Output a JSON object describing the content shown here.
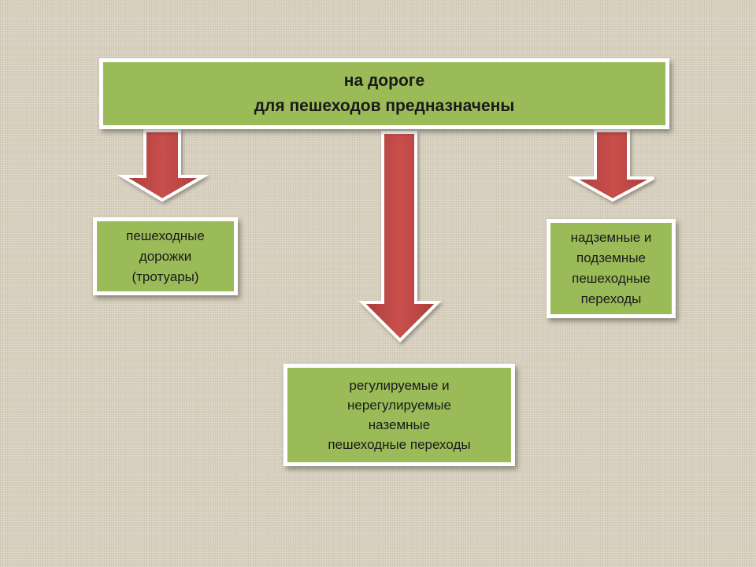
{
  "diagram": {
    "title": {
      "line1": "на  дороге",
      "line2": "для пешеходов предназначены"
    },
    "left": {
      "line1": "пешеходные",
      "line2": "дорожки",
      "line3": "(тротуары)"
    },
    "center": {
      "line1": "регулируемые и",
      "line2": "нерегулируемые",
      "line3": "наземные",
      "line4": "пешеходные переходы"
    },
    "right": {
      "line1": "надземные и",
      "line2": "подземные",
      "line3": "пешеходные",
      "line4": "переходы"
    }
  },
  "colors": {
    "box_fill": "#9bbb59",
    "box_border": "#ffffff",
    "arrow_fill": "#c0504d",
    "arrow_outline": "#ffffff"
  }
}
